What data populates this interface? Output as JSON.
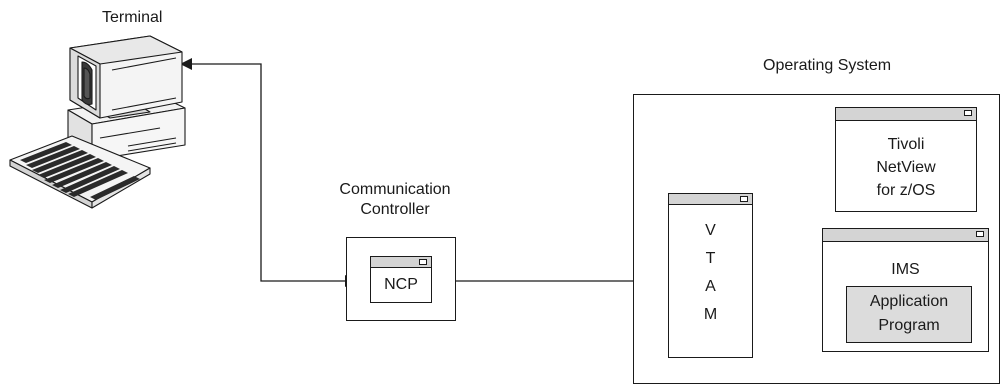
{
  "terminal": {
    "label": "Terminal"
  },
  "controller": {
    "label_line1": "Communication",
    "label_line2": "Controller",
    "ncp_label": "NCP"
  },
  "os": {
    "label": "Operating System",
    "vtam_letters": [
      "V",
      "T",
      "A",
      "M"
    ],
    "netview_lines": [
      "Tivoli",
      "NetView",
      "for z/OS"
    ],
    "ims_label": "IMS",
    "app_line1": "Application",
    "app_line2": "Program"
  }
}
